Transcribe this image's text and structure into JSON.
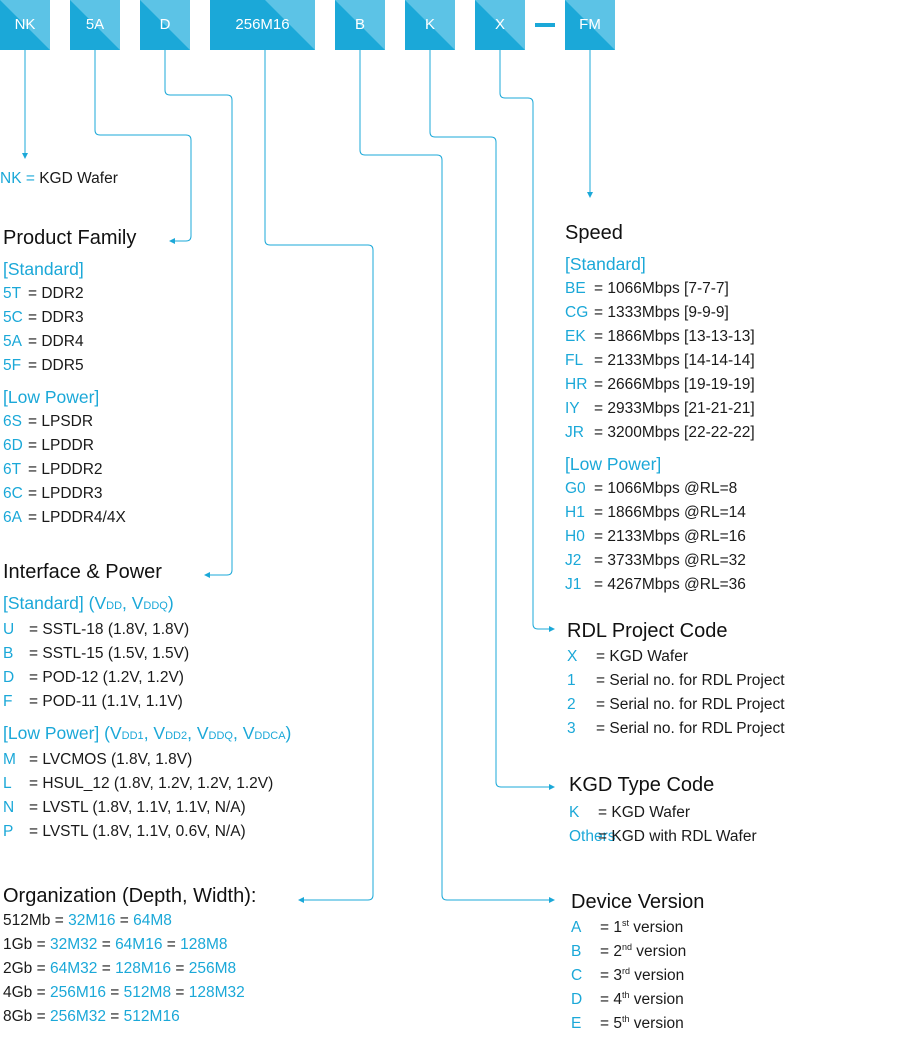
{
  "code_parts": [
    {
      "id": "nk",
      "label": "NK"
    },
    {
      "id": "family",
      "label": "5A"
    },
    {
      "id": "interface",
      "label": "D"
    },
    {
      "id": "org",
      "label": "256M16"
    },
    {
      "id": "version",
      "label": "B"
    },
    {
      "id": "kgd",
      "label": "K"
    },
    {
      "id": "rdl",
      "label": "X"
    },
    {
      "id": "speed",
      "label": "FM"
    }
  ],
  "colors": {
    "accent": "#1ba8d8",
    "accent_light": "#5cc3e6",
    "text": "#1a1a1a"
  },
  "nk": {
    "key": "NK =",
    "value": "KGD Wafer"
  },
  "product_family": {
    "title": "Product Family",
    "standard_label": "[Standard]",
    "standard": [
      {
        "key": "5T",
        "value": "= DDR2"
      },
      {
        "key": "5C",
        "value": "= DDR3"
      },
      {
        "key": "5A",
        "value": "= DDR4"
      },
      {
        "key": "5F",
        "value": "= DDR5"
      }
    ],
    "low_power_label": "[Low Power]",
    "low_power": [
      {
        "key": "6S",
        "value": "= LPSDR"
      },
      {
        "key": "6D",
        "value": "= LPDDR"
      },
      {
        "key": "6T",
        "value": "= LPDDR2"
      },
      {
        "key": "6C",
        "value": "= LPDDR3"
      },
      {
        "key": "6A",
        "value": "= LPDDR4/4X"
      }
    ]
  },
  "interface_power": {
    "title": "Interface & Power",
    "standard_label": "[Standard]",
    "standard_paren_open": "(V",
    "standard_v1_sub": "DD",
    "standard_sep": ", V",
    "standard_v2_sub": "DDQ",
    "standard_paren_close": ")",
    "standard": [
      {
        "key": "U",
        "value": "= SSTL-18 (1.8V, 1.8V)"
      },
      {
        "key": "B",
        "value": "= SSTL-15 (1.5V, 1.5V)"
      },
      {
        "key": "D",
        "value": "= POD-12 (1.2V, 1.2V)"
      },
      {
        "key": "F",
        "value": "= POD-11 (1.1V, 1.1V)"
      }
    ],
    "low_power_label": "[Low Power]",
    "lp_paren_open": "(V",
    "lp_sub1": "DD1",
    "lp_sep1": ", V",
    "lp_sub2": "DD2",
    "lp_sep2": ", V",
    "lp_sub3": "DDQ",
    "lp_sep3": ", V",
    "lp_sub4": "DDCA",
    "lp_paren_close": ")",
    "low_power": [
      {
        "key": "M",
        "value": "= LVCMOS (1.8V, 1.8V)"
      },
      {
        "key": "L",
        "value": "= HSUL_12 (1.8V, 1.2V, 1.2V, 1.2V)"
      },
      {
        "key": "N",
        "value": "= LVSTL (1.8V, 1.1V, 1.1V, N/A)"
      },
      {
        "key": "P",
        "value": "= LVSTL (1.8V, 1.1V, 0.6V, N/A)"
      }
    ]
  },
  "organization": {
    "title": "Organization (Depth, Width):",
    "rows": [
      [
        "512Mb",
        "32M16",
        "64M8"
      ],
      [
        "1Gb",
        "32M32",
        "64M16",
        "128M8"
      ],
      [
        "2Gb",
        "64M32",
        "128M16",
        "256M8"
      ],
      [
        "4Gb",
        "256M16",
        "512M8",
        "128M32"
      ],
      [
        "8Gb",
        "256M32",
        "512M16"
      ]
    ],
    "eq": " = "
  },
  "speed": {
    "title": "Speed",
    "standard_label": "[Standard]",
    "standard": [
      {
        "key": "BE",
        "value": "= 1066Mbps [7-7-7]"
      },
      {
        "key": "CG",
        "value": "= 1333Mbps [9-9-9]"
      },
      {
        "key": "EK",
        "value": "= 1866Mbps [13-13-13]"
      },
      {
        "key": "FL",
        "value": "= 2133Mbps [14-14-14]"
      },
      {
        "key": "HR",
        "value": "= 2666Mbps [19-19-19]"
      },
      {
        "key": "IY",
        "value": "= 2933Mbps [21-21-21]"
      },
      {
        "key": "JR",
        "value": "= 3200Mbps [22-22-22]"
      }
    ],
    "low_power_label": "[Low Power]",
    "low_power": [
      {
        "key": "G0",
        "value": "= 1066Mbps @RL=8"
      },
      {
        "key": "H1",
        "value": "= 1866Mbps @RL=14"
      },
      {
        "key": "H0",
        "value": "= 2133Mbps @RL=16"
      },
      {
        "key": "J2",
        "value": "= 3733Mbps @RL=32"
      },
      {
        "key": "J1",
        "value": "= 4267Mbps @RL=36"
      }
    ]
  },
  "rdl_project": {
    "title": "RDL Project Code",
    "rows": [
      {
        "key": "X",
        "value": "= KGD Wafer"
      },
      {
        "key": "1",
        "value": "= Serial no. for RDL Project"
      },
      {
        "key": "2",
        "value": "= Serial no. for RDL Project"
      },
      {
        "key": "3",
        "value": "= Serial no. for RDL Project"
      }
    ]
  },
  "kgd_type": {
    "title": "KGD Type Code",
    "rows": [
      {
        "key": "K",
        "value": "= KGD Wafer"
      },
      {
        "key": "Others",
        "value": "= KGD with RDL Wafer"
      }
    ]
  },
  "device_version": {
    "title": "Device Version",
    "rows": [
      {
        "key": "A",
        "pre": "= 1",
        "sup": "st",
        "post": " version"
      },
      {
        "key": "B",
        "pre": "= 2",
        "sup": "nd",
        "post": " version"
      },
      {
        "key": "C",
        "pre": "= 3",
        "sup": "rd",
        "post": " version"
      },
      {
        "key": "D",
        "pre": "= 4",
        "sup": "th",
        "post": " version"
      },
      {
        "key": "E",
        "pre": "= 5",
        "sup": "th",
        "post": " version"
      }
    ]
  }
}
